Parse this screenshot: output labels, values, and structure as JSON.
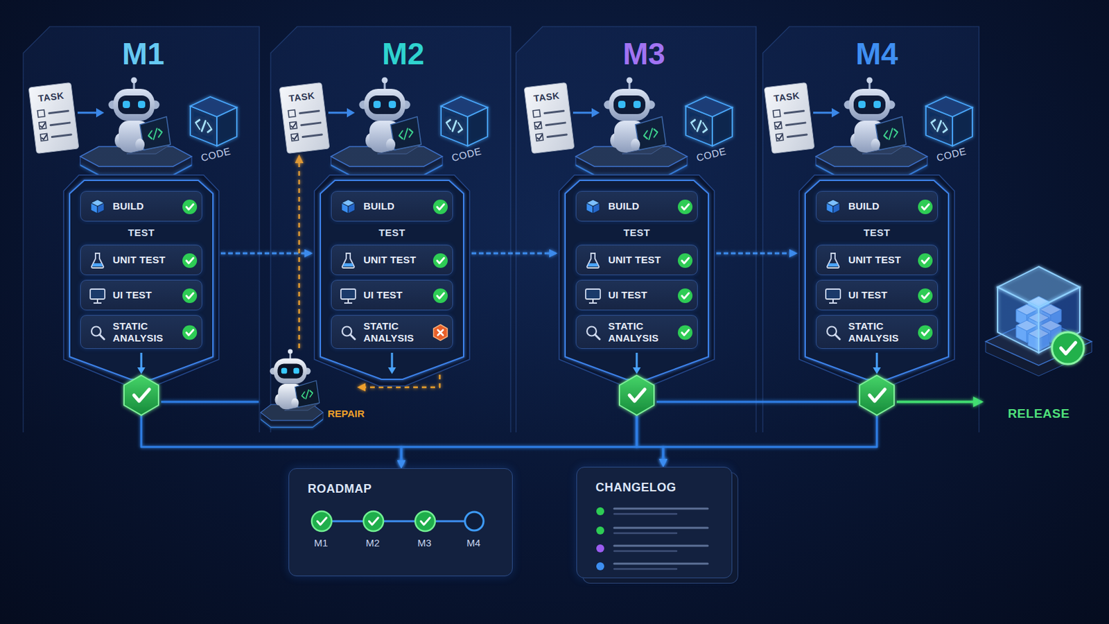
{
  "diagram": {
    "nodes": [
      {
        "text": [
          "M1"
        ]
      },
      {
        "text": [
          "TASK"
        ],
        "in": 0
      },
      {
        "text": [
          "CODE"
        ],
        "in": 0
      },
      {
        "text": [
          "TEST"
        ],
        "in": 0
      },
      {
        "text": [
          "BUILD"
        ],
        "in": 3
      },
      {
        "text": [
          "UNIT TEST"
        ],
        "in": 3
      },
      {
        "text": [
          "UI TEST"
        ],
        "in": 3
      },
      {
        "text": [
          "STATIC ANALYSIS"
        ],
        "in": 3
      },
      {
        "text": [
          "M2"
        ]
      },
      {
        "text": [
          "TASK"
        ],
        "in": 8
      },
      {
        "text": [
          "CODE"
        ],
        "in": 8
      },
      {
        "text": [
          "TEST"
        ],
        "in": 8
      },
      {
        "text": [
          "BUILD"
        ],
        "in": 11
      },
      {
        "text": [
          "UNIT TEST"
        ],
        "in": 11
      },
      {
        "text": [
          "UI TEST"
        ],
        "in": 11
      },
      {
        "text": [
          "STATIC ANALYSIS"
        ],
        "in": 11
      },
      {
        "text": [
          "M3"
        ]
      },
      {
        "text": [
          "TASK"
        ],
        "in": 16
      },
      {
        "text": [
          "CODE"
        ],
        "in": 16
      },
      {
        "text": [
          "TEST"
        ],
        "in": 16
      },
      {
        "text": [
          "BUILD"
        ],
        "in": 19
      },
      {
        "text": [
          "UNIT TEST"
        ],
        "in": 19
      },
      {
        "text": [
          "UI TEST"
        ],
        "in": 19
      },
      {
        "text": [
          "STATIC ANALYSIS"
        ],
        "in": 19
      },
      {
        "text": [
          "M4"
        ]
      },
      {
        "text": [
          "TASK"
        ],
        "in": 24
      },
      {
        "text": [
          "CODE"
        ],
        "in": 24
      },
      {
        "text": [
          "TEST"
        ],
        "in": 24
      },
      {
        "text": [
          "BUILD"
        ],
        "in": 27
      },
      {
        "text": [
          "UNIT TEST"
        ],
        "in": 27
      },
      {
        "text": [
          "UI TEST"
        ],
        "in": 27
      },
      {
        "text": [
          "STATIC ANALYSIS"
        ],
        "in": 27
      },
      {
        "text": [
          "REPAIR"
        ]
      },
      {
        "text": [
          "RELEASE"
        ]
      },
      {
        "text": [
          "ROADMAP"
        ]
      },
      {
        "text": [
          "CHANGELOG"
        ]
      }
    ],
    "edges": [
      {
        "from": 3,
        "to": 11,
        "arrow": "to"
      },
      {
        "from": 11,
        "to": 19,
        "arrow": "to"
      },
      {
        "from": 19,
        "to": 27,
        "arrow": "to"
      },
      {
        "from": 15,
        "to": 32,
        "arrow": "to"
      },
      {
        "from": 32,
        "to": 9,
        "arrow": "to"
      },
      {
        "from": 3,
        "to": 34,
        "arrow": "to"
      },
      {
        "from": 19,
        "to": 34,
        "arrow": "to"
      },
      {
        "from": 19,
        "to": 35,
        "arrow": "to"
      },
      {
        "from": 27,
        "to": 35,
        "arrow": "to"
      },
      {
        "from": 27,
        "to": 33,
        "arrow": "to"
      },
      {
        "from": 3,
        "to": 32,
        "arrow": "none"
      },
      {
        "from": 19,
        "to": 27,
        "arrow": "none"
      }
    ],
    "labels": [
      "M1",
      "M2",
      "M3",
      "M4"
    ]
  }
}
